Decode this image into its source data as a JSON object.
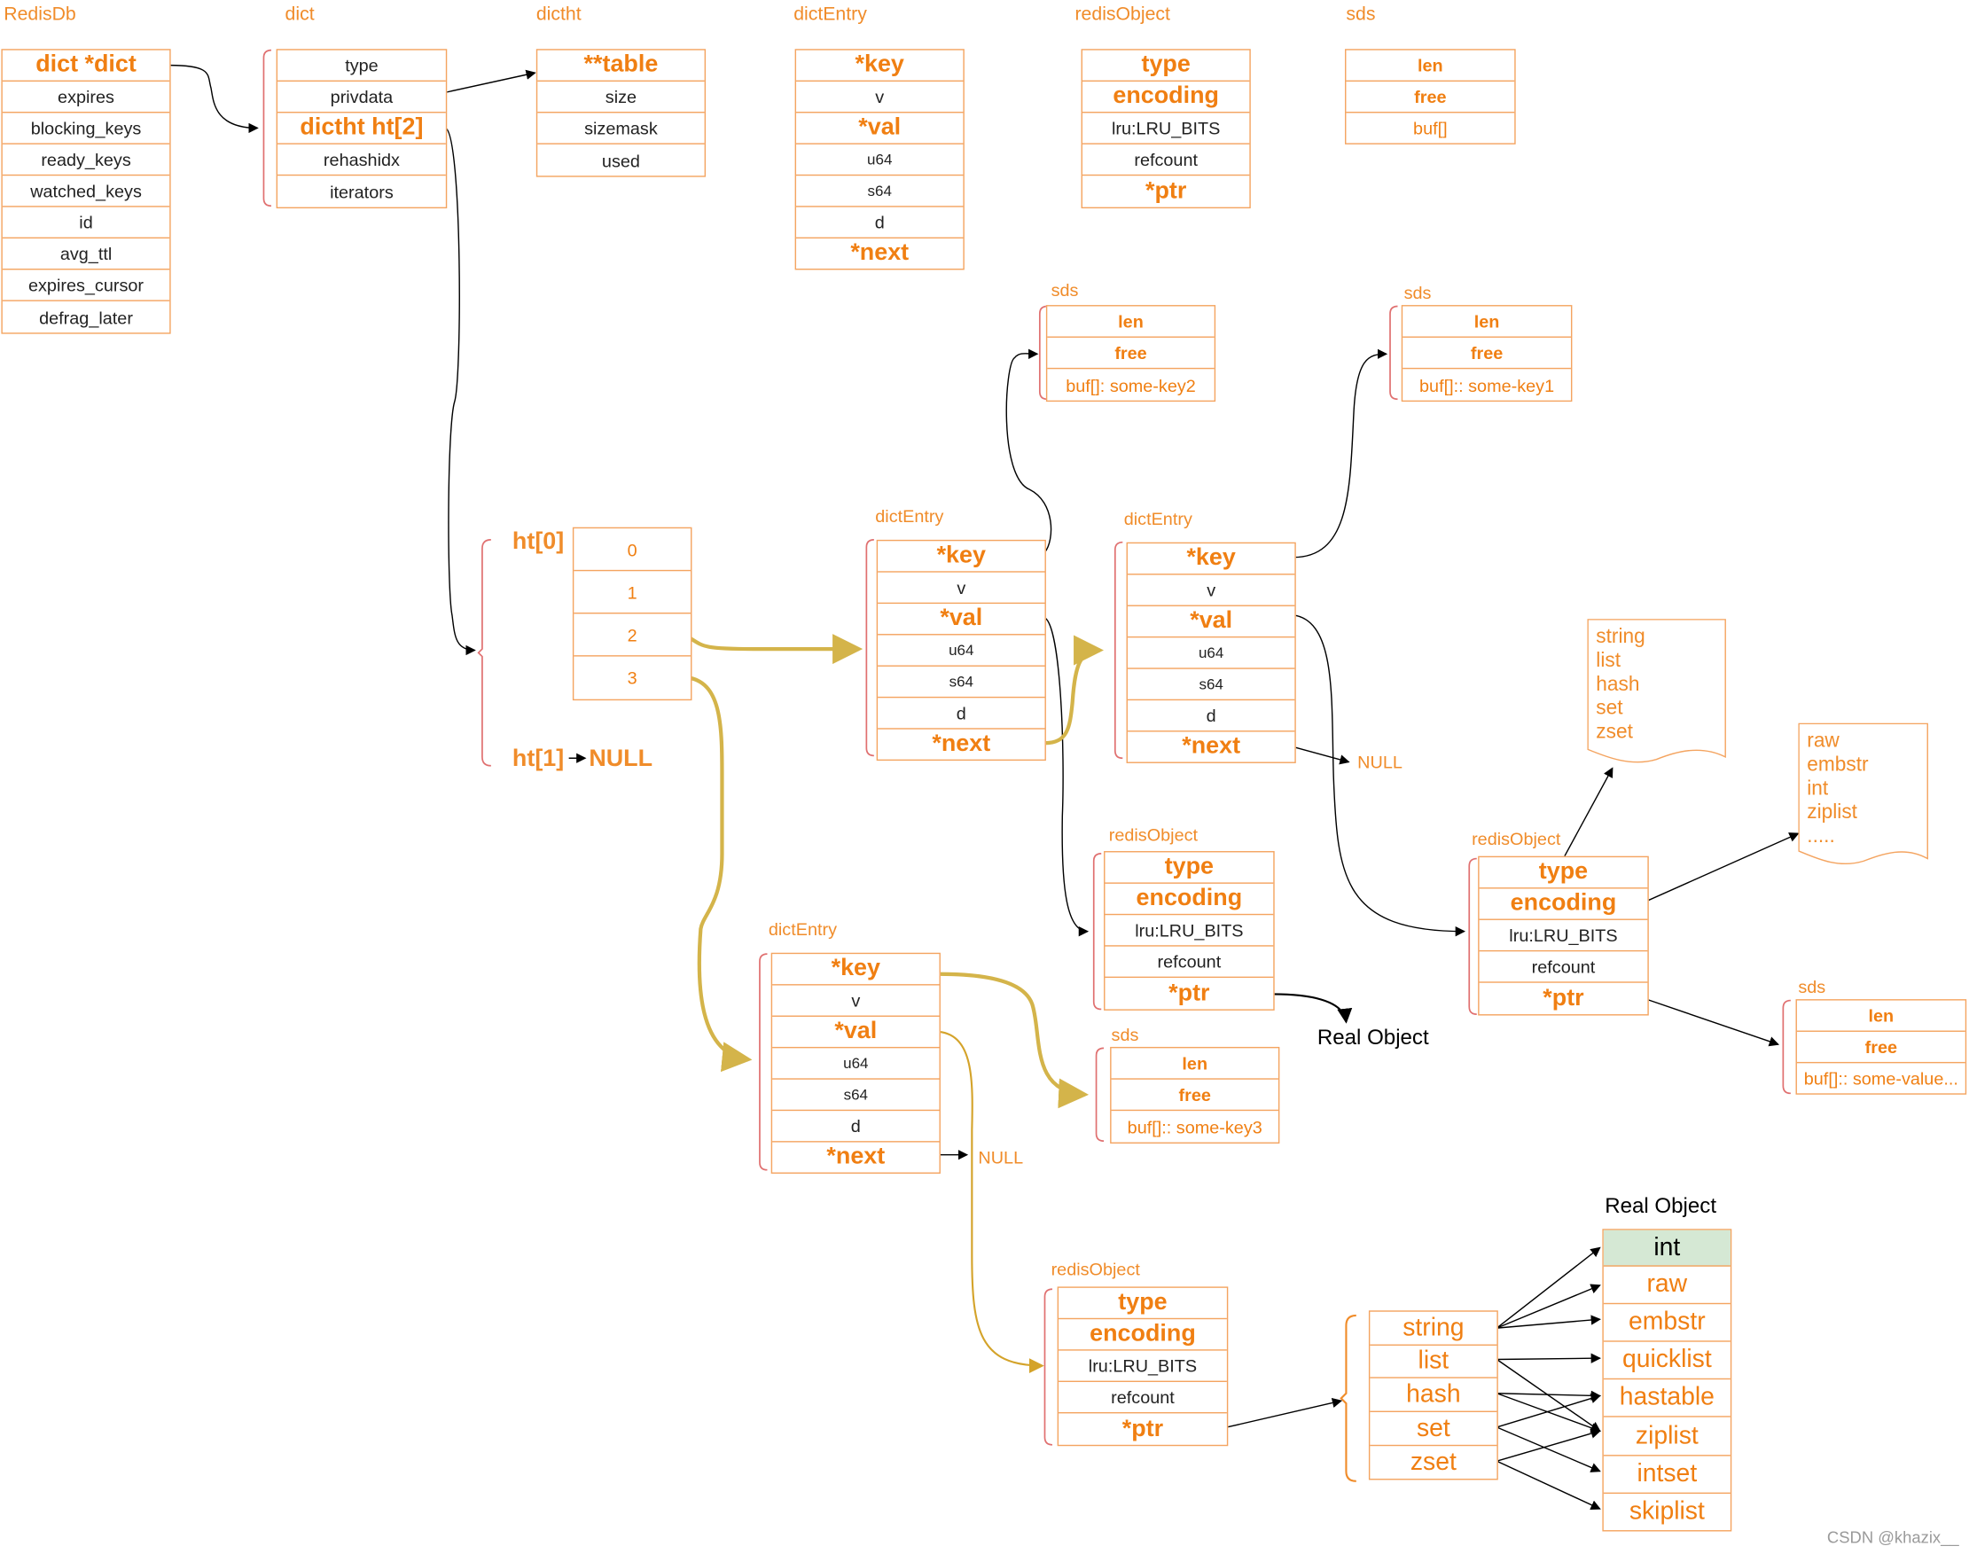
{
  "headers": {
    "redisdb": "RedisDb",
    "dict": "dict",
    "dictht": "dictht",
    "dictentry": "dictEntry",
    "redisobject": "redisObject",
    "sds": "sds"
  },
  "redisdb": [
    "dict  *dict",
    "expires",
    "blocking_keys",
    "ready_keys",
    "watched_keys",
    "id",
    "avg_ttl",
    "expires_cursor",
    "defrag_later"
  ],
  "dict": [
    "type",
    "privdata",
    "dictht ht[2]",
    "rehashidx",
    "iterators"
  ],
  "dictht": [
    "**table",
    "size",
    "sizemask",
    "used"
  ],
  "dictentry_top": [
    "*key",
    "v",
    "*val",
    "u64",
    "s64",
    "d",
    "*next"
  ],
  "redisobject_top": [
    "type",
    "encoding",
    "lru:LRU_BITS",
    "refcount",
    "*ptr"
  ],
  "sds_top": [
    "len",
    "free",
    "buf[]"
  ],
  "ht0_label": "ht[0]",
  "ht1_label": "ht[1]",
  "null_word": "NULL",
  "buckets": [
    "0",
    "1",
    "2",
    "3"
  ],
  "labels": {
    "sds": "sds",
    "dictentry": "dictEntry",
    "redisobject": "redisObject",
    "null": "NULL",
    "real_object": "Real Object"
  },
  "entry_fields": [
    "*key",
    "v",
    "*val",
    "u64",
    "s64",
    "d",
    "*next"
  ],
  "robj_fields": [
    "type",
    "encoding",
    "lru:LRU_BITS",
    "refcount",
    "*ptr"
  ],
  "robj_fields_alt": [
    "type",
    "encoding",
    "lru:LRU_BITS",
    "refcount",
    "*ptr"
  ],
  "sds_key2": [
    "len",
    "free",
    "buf[]: some-key2"
  ],
  "sds_key1": [
    "len",
    "free",
    "buf[]:: some-key1"
  ],
  "sds_key3": [
    "len",
    "free",
    "buf[]:: some-key3"
  ],
  "sds_value": [
    "len",
    "free",
    "buf[]:: some-value..."
  ],
  "type_note": [
    "string",
    "list",
    "hash",
    "set",
    "zset"
  ],
  "enc_note": [
    "raw",
    "embstr",
    "int",
    "ziplist",
    "....."
  ],
  "types": [
    "string",
    "list",
    "hash",
    "set",
    "zset"
  ],
  "encodings": [
    "int",
    "raw",
    "embstr",
    "quicklist",
    "hastable",
    "ziplist",
    "intset",
    "skiplist"
  ],
  "watermark": "CSDN @khazix__",
  "colors": {
    "orange": "#f07f12",
    "border": "#f4a460",
    "bracket": "#e07070",
    "gold": "#d4b44a",
    "green": "#d5e8d4"
  }
}
